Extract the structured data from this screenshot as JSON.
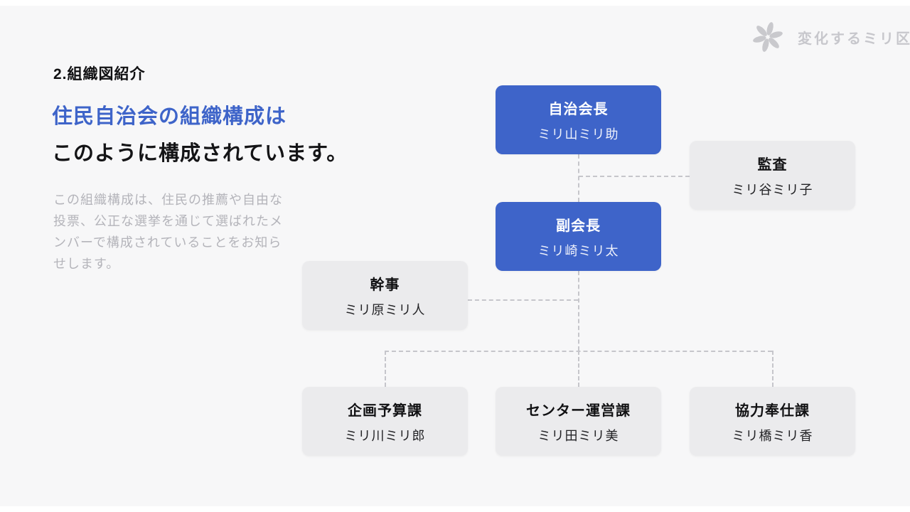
{
  "slide": {
    "background_color": "#f7f7f8",
    "frame_color": "#ffffff"
  },
  "brand": {
    "icon": "asterisk-icon",
    "name": "変化するミリ区",
    "color": "#c7c7cc"
  },
  "header": {
    "section_label": "2.組織図紹介",
    "title_line1": "住民自治会の組織構成は",
    "title_line2": "このように構成されています。",
    "accent_color": "#3e64c9"
  },
  "intro": {
    "lines": [
      "この組織構成は、住民の推薦や自由な",
      "投票、公正な選挙を通じて選ばれたメ",
      "ンバーで構成されていることをお知ら",
      "せします。"
    ]
  },
  "org_chart": {
    "primary_color": "#3e64c9",
    "secondary_color": "#ebebed",
    "connector_color": "#c6c6cb",
    "nodes": [
      {
        "id": "chairman",
        "role": "自治会長",
        "name": "ミリ山ミリ助",
        "variant": "primary",
        "reports_to": null
      },
      {
        "id": "audit",
        "role": "監査",
        "name": "ミリ谷ミリ子",
        "variant": "secondary",
        "reports_to": "chairman"
      },
      {
        "id": "vice-chairman",
        "role": "副会長",
        "name": "ミリ崎ミリ太",
        "variant": "primary",
        "reports_to": "chairman"
      },
      {
        "id": "secretary",
        "role": "幹事",
        "name": "ミリ原ミリ人",
        "variant": "secondary",
        "reports_to": "vice-chairman"
      },
      {
        "id": "planning-budget",
        "role": "企画予算課",
        "name": "ミリ川ミリ郎",
        "variant": "secondary",
        "reports_to": "vice-chairman"
      },
      {
        "id": "center-operations",
        "role": "センター運営課",
        "name": "ミリ田ミリ美",
        "variant": "secondary",
        "reports_to": "vice-chairman"
      },
      {
        "id": "cooperation-service",
        "role": "協力奉仕課",
        "name": "ミリ橋ミリ香",
        "variant": "secondary",
        "reports_to": "vice-chairman"
      }
    ]
  }
}
